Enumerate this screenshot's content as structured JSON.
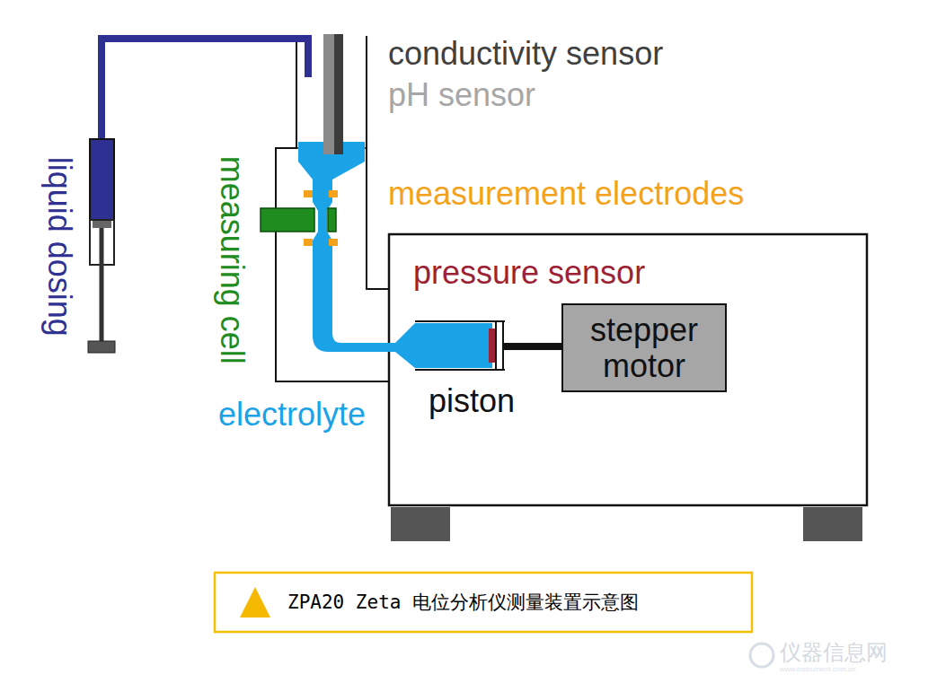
{
  "diagram": {
    "caption": "ZPA20 Zeta 电位分析仪测量装置示意图",
    "nodes": [
      {
        "text": [
          "stepper motor"
        ]
      }
    ],
    "labels": [
      "conductivity sensor",
      "pH sensor",
      "measurement electrodes",
      "pressure sensor",
      "piston",
      "electrolyte",
      "measuring cell",
      "liquid dosing",
      "仪器信息网",
      "www.instrument.com.cn"
    ]
  }
}
